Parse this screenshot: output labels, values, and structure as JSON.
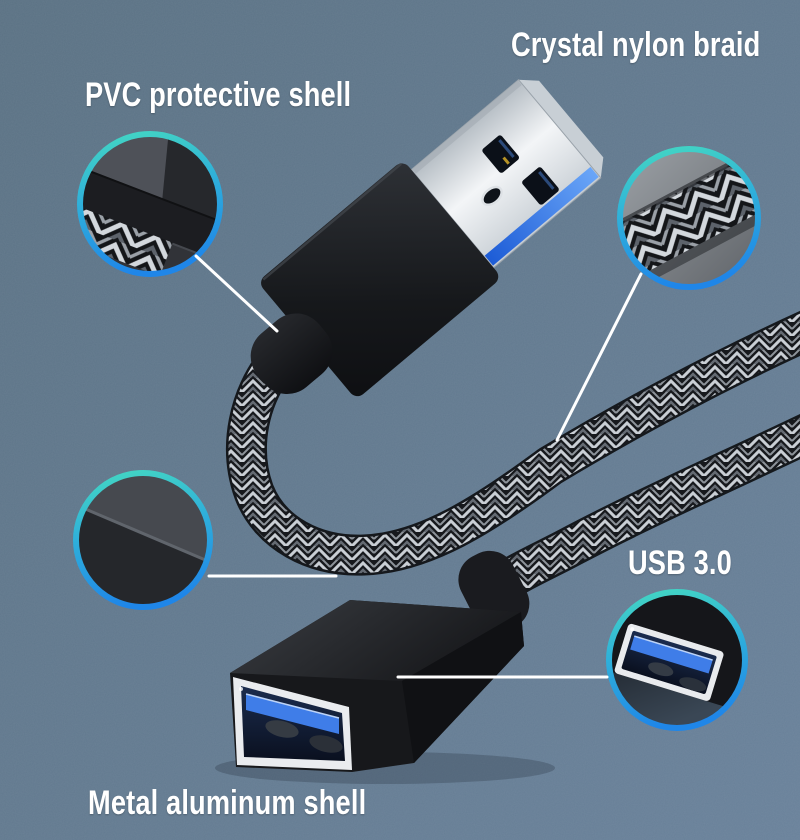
{
  "image": {
    "type": "product-photo",
    "subject": "USB 3.0 braided extension cable with annotated feature callouts",
    "labels": {
      "pvc": "PVC protective shell",
      "crystal": "Crystal nylon braid",
      "usb": "USB 3.0",
      "metal": "Metal aluminum shell"
    },
    "colors": {
      "background_top": "#5a7183",
      "background_bottom": "#69819a",
      "ring_teal": "#43d6c3",
      "ring_mid": "#2fb0da",
      "ring_blue": "#1f86e8",
      "usb_port_blue": "#3f7de8",
      "leader_line": "#ffffff",
      "label_text": "#ffffff"
    },
    "callouts": [
      {
        "name": "pvc-shell-detail"
      },
      {
        "name": "nylon-braid-detail"
      },
      {
        "name": "aluminum-shell-detail"
      },
      {
        "name": "usb-port-detail"
      }
    ]
  }
}
